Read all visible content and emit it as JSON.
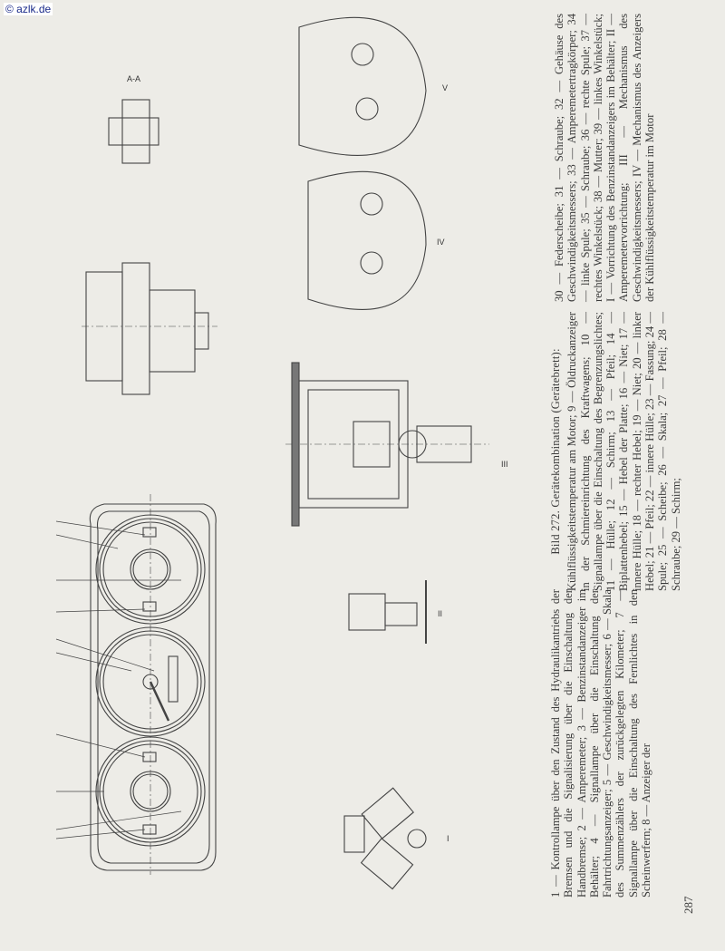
{
  "watermark": "© azlk.de",
  "page_number": "287",
  "figure": {
    "title": "Bild 272. Gerätekombination (Gerätebrett):",
    "legend_col1": "1 — Kontrollampe über den Zustand des Hydraulikantriebs der Bremsen und die Signalisierung über die Einschaltung der Handbremse; 2 — Amperemeter; 3 — Benzinstandanzeiger im Behälter; 4 — Signallampe über die Einschaltung der Fahrtrichtungsanzeiger; 5 — Geschwindigkeitsmesser; 6 — Skala des Summenzählers der zurückgelegten Kilometer; 7 — Signallampe über die Einschaltung des Fernlichtes in den Scheinwerfern; 8 — Anzeiger der",
    "legend_col2": "Kühlflüssigkeitstemperatur am Motor; 9 — Öldruckanzeiger in der Schmiereinrichtung des Kraftwagens; 10 — Signallampe über die Einschaltung des Begrenzungslichtes; 11 — Hülle; 12 — Schirm; 13 — Pfeil; 14 — Biplattenhebel; 15 — Hebel der Platte; 16 — Niet; 17 — innere Hülle; 18 — rechter Hebel; 19 — Niet; 20 — linker Hebel; 21 — Pfeil; 22 — innere Hülle; 23 — Fassung; 24 — Spule; 25 — Scheibe; 26 — Skala; 27 — Pfeil; 28 — Schraube; 29 — Schirm;",
    "legend_col3": "30 — Federscheibe; 31 — Schraube; 32 — Gehäuse des Geschwindigkeitsmessers; 33 — Amperemetertragkörper; 34 — linke Spule; 35 — Schraube; 36 — rechte Spule; 37 — rechtes Winkelstück; 38 — Mutter; 39 — linkes Winkelstück; I — Vorrichtung des Benzinstandanzeigers im Behälter; II — Amperemetervorrichtung; III — Mechanismus des Geschwindigkeitsmessers; IV — Mechanismus des Anzeigers der Kühlflüssigkeitstemperatur im Motor"
  },
  "drawing_labels": {
    "section": "A-A",
    "view_I": "I",
    "view_II": "II",
    "view_III": "III",
    "view_IV": "IV",
    "view_V": "V"
  }
}
